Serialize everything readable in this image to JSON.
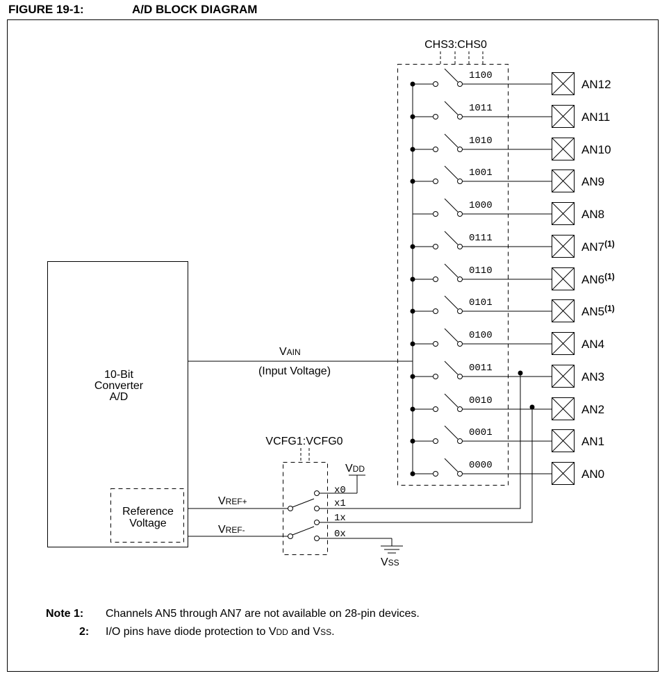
{
  "figure": {
    "number": "FIGURE 19-1:",
    "title": "A/D BLOCK DIAGRAM"
  },
  "converter": {
    "line1": "10-Bit",
    "line2": "Converter",
    "line3": "A/D"
  },
  "reference": {
    "line1": "Reference",
    "line2": "Voltage"
  },
  "signals": {
    "vain_main": "V",
    "vain_sub": "AIN",
    "input_voltage": "(Input Voltage)",
    "vref_plus_main": "V",
    "vref_plus_sub": "REF+",
    "vref_minus_main": "V",
    "vref_minus_sub": "REF-",
    "vdd_main": "V",
    "vdd_sub": "DD",
    "vss_main": "V",
    "vss_sub": "SS"
  },
  "selects": {
    "channel": "CHS3:CHS0",
    "vcfg": "VCFG1:VCFG0"
  },
  "vcfg_codes": [
    "x0",
    "x1",
    "1x",
    "0x"
  ],
  "channels": [
    {
      "code": "1100",
      "pin": "AN12",
      "note": ""
    },
    {
      "code": "1011",
      "pin": "AN11",
      "note": ""
    },
    {
      "code": "1010",
      "pin": "AN10",
      "note": ""
    },
    {
      "code": "1001",
      "pin": "AN9",
      "note": ""
    },
    {
      "code": "1000",
      "pin": "AN8",
      "note": ""
    },
    {
      "code": "0111",
      "pin": "AN7",
      "note": "(1)"
    },
    {
      "code": "0110",
      "pin": "AN6",
      "note": "(1)"
    },
    {
      "code": "0101",
      "pin": "AN5",
      "note": "(1)"
    },
    {
      "code": "0100",
      "pin": "AN4",
      "note": ""
    },
    {
      "code": "0011",
      "pin": "AN3",
      "note": ""
    },
    {
      "code": "0010",
      "pin": "AN2",
      "note": ""
    },
    {
      "code": "0001",
      "pin": "AN1",
      "note": ""
    },
    {
      "code": "0000",
      "pin": "AN0",
      "note": ""
    }
  ],
  "notes": [
    {
      "label": "Note 1:",
      "text": "Channels AN5 through AN7 are not available on 28-pin devices."
    },
    {
      "label": "2:",
      "text_pre": "I/O pins have diode protection to V",
      "text_vdd_sub": "DD",
      "text_mid": " and V",
      "text_vss_sub": "SS",
      "text_post": "."
    }
  ]
}
